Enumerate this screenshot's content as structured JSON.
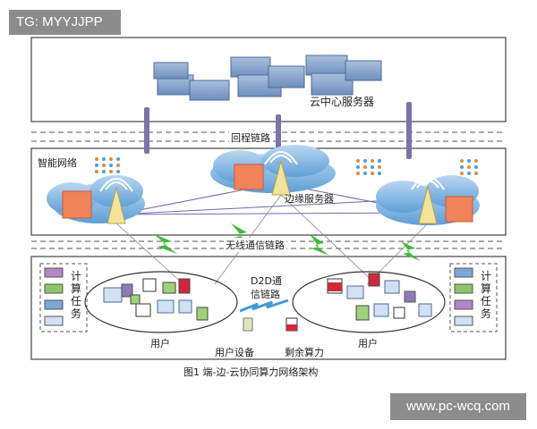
{
  "top_tag": "TG: MYYJJPP",
  "watermark": "www.pc-wcq.com",
  "labels": {
    "cloud_server": "云中心服务器",
    "backhaul_link": "回程链路",
    "smart_network": "智能网络",
    "edge_server": "边缘服务器",
    "wireless_link": "无线通信链路",
    "d2d_link_line1": "D2D通",
    "d2d_link_line2": "信链路",
    "user_left": "用户",
    "user_right": "用户",
    "user_device": "用户设备",
    "remaining_compute": "剩余算力",
    "compute_task_left": "计算任务",
    "compute_task_right": "计算任务",
    "caption": "图1   端-边-云协同算力网络架构"
  },
  "colors": {
    "server": "#8aa4c8",
    "cloud": "#7fb0dc",
    "edge_box": "#f0835a",
    "tower": "#f2e39a",
    "lightning": "#3dbb3a",
    "d2d": "#3f9bd8"
  }
}
